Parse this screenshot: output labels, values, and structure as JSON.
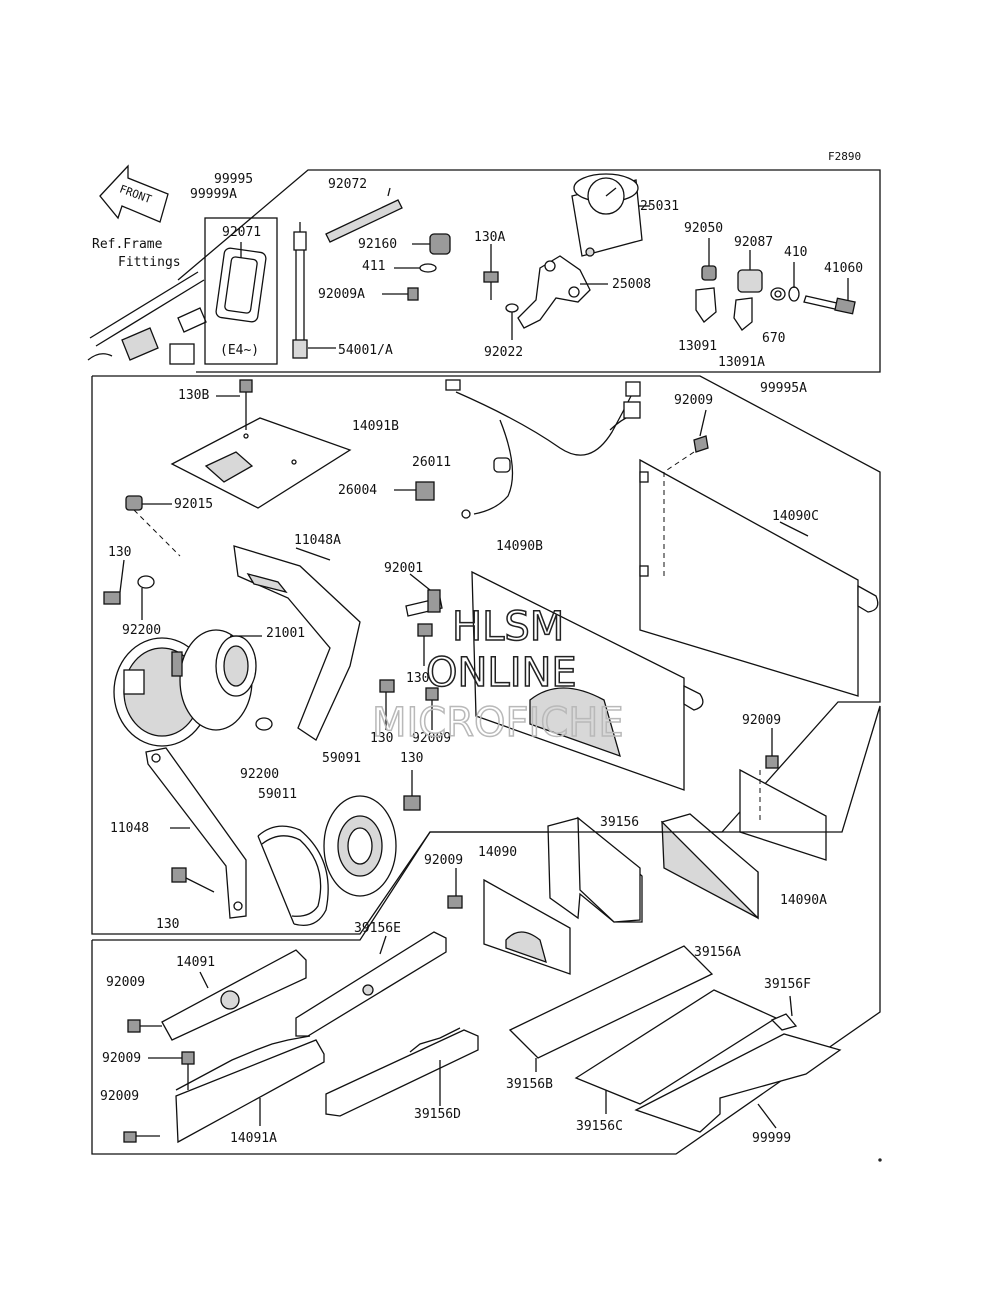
{
  "figure_code": "F2890",
  "front_label": "FRONT",
  "ref_label_line1": "Ref.Frame",
  "ref_label_line2": "Fittings",
  "watermark": {
    "line1": "HLSM",
    "line2": "ONLINE",
    "line3": "MICROFICHE"
  },
  "top_box_labels": {
    "p99995": "99995",
    "p99999a": "99999A",
    "p92071": "92071",
    "p92071_note": "(E4~)",
    "p92072": "92072",
    "p92160": "92160",
    "p411": "411",
    "p92009a": "92009A",
    "p54001a": "54001/A",
    "p130a": "130A",
    "p25031": "25031",
    "p25008": "25008",
    "p92022": "92022",
    "p92050": "92050",
    "p92087": "92087",
    "p410": "410",
    "p41060": "41060",
    "p13091": "13091",
    "p13091a": "13091A",
    "p670": "670"
  },
  "middle_box_labels": {
    "p130b": "130B",
    "p14091b": "14091B",
    "p92015": "92015",
    "p26011": "26011",
    "p26004": "26004",
    "p92009_top": "92009",
    "p99995a": "99995A",
    "p14090c": "14090C",
    "p11048a": "11048A",
    "p14090b": "14090B",
    "p130_left": "130",
    "p92001": "92001",
    "p92200_top": "92200",
    "p21001": "21001",
    "p130_mid": "130",
    "p130_low": "130",
    "p92009_mid": "92009",
    "p92200_bot": "92200",
    "p59091": "59091",
    "p130_right": "130",
    "p59011": "59011",
    "p11048": "11048",
    "p130_bottom": "130",
    "p92009_right": "92009",
    "p39156": "39156",
    "p14090": "14090",
    "p92009_center": "92009",
    "p14090a": "14090A",
    "p39156a": "39156A"
  },
  "bottom_box_labels": {
    "p39156e": "39156E",
    "p14091": "14091",
    "p92009_b1": "92009",
    "p92009_b2": "92009",
    "p92009_b3": "92009",
    "p14091a": "14091A",
    "p39156d": "39156D",
    "p39156b": "39156B",
    "p39156c": "39156C",
    "p39156f": "39156F",
    "p99999": "99999"
  }
}
